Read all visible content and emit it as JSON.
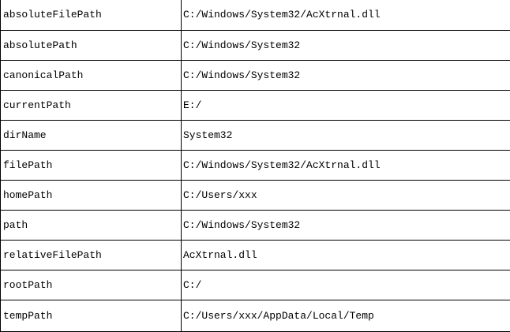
{
  "rows": [
    {
      "key": "absoluteFilePath",
      "value": "C:/Windows/System32/AcXtrnal.dll"
    },
    {
      "key": "absolutePath",
      "value": "C:/Windows/System32"
    },
    {
      "key": "canonicalPath",
      "value": "C:/Windows/System32"
    },
    {
      "key": "currentPath",
      "value": "E:/"
    },
    {
      "key": "dirName",
      "value": "System32"
    },
    {
      "key": "filePath",
      "value": "C:/Windows/System32/AcXtrnal.dll"
    },
    {
      "key": "homePath",
      "value": "C:/Users/xxx"
    },
    {
      "key": "path",
      "value": "C:/Windows/System32"
    },
    {
      "key": "relativeFilePath",
      "value": "AcXtrnal.dll"
    },
    {
      "key": "rootPath",
      "value": "C:/"
    },
    {
      "key": "tempPath",
      "value": "C:/Users/xxx/AppData/Local/Temp"
    }
  ]
}
